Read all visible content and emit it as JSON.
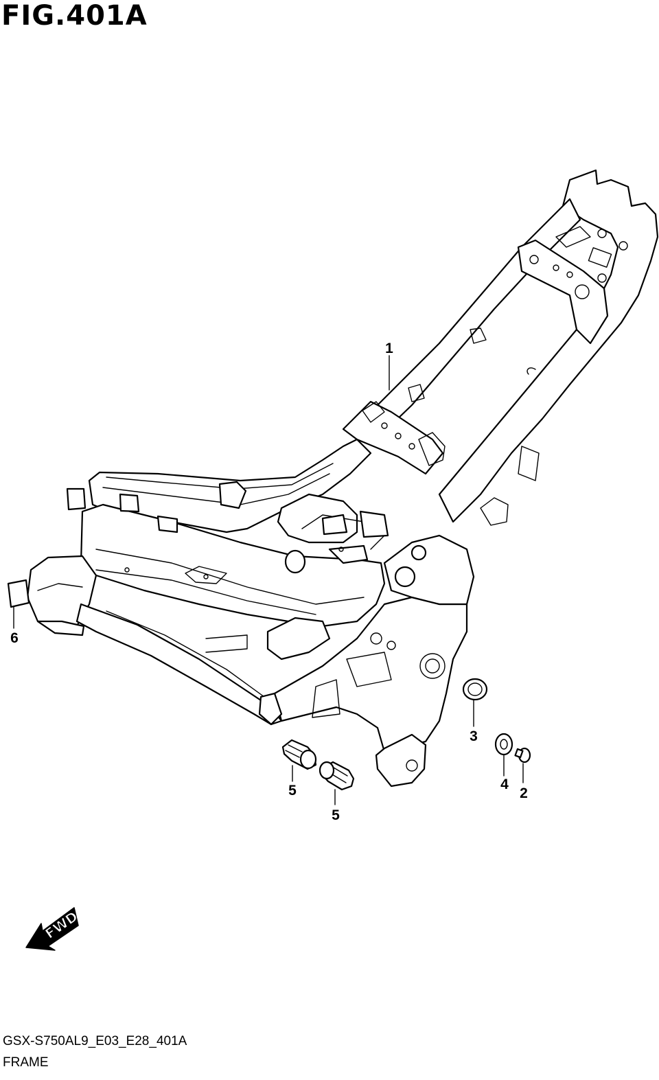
{
  "figure": {
    "title": "FIG.401A",
    "code": "GSX-S750AL9_E03_E28_401A",
    "name": "FRAME"
  },
  "callouts": [
    "1",
    "2",
    "3",
    "4",
    "5",
    "5",
    "6"
  ],
  "direction_marker": {
    "label": "FWD",
    "icon": "forward-arrow-icon"
  },
  "parts": [
    {
      "ref": "1",
      "icon": "frame-assembly-icon"
    },
    {
      "ref": "2",
      "icon": "bolt-icon"
    },
    {
      "ref": "3",
      "icon": "cap-icon"
    },
    {
      "ref": "4",
      "icon": "washer-icon"
    },
    {
      "ref": "5",
      "icon": "bush-icon"
    },
    {
      "ref": "6",
      "icon": "cushion-pad-icon"
    }
  ]
}
